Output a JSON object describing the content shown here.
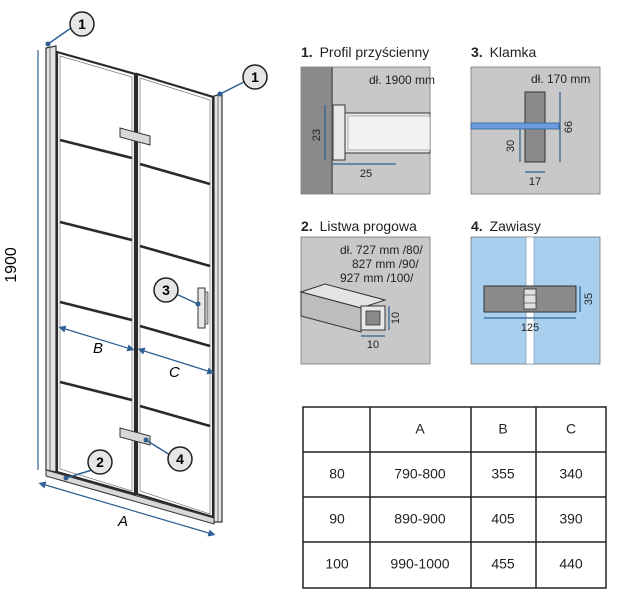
{
  "main_drawing": {
    "height_label": "1900",
    "width_label": "A",
    "b_label": "B",
    "c_label": "C",
    "callouts": [
      "1",
      "1",
      "2",
      "3",
      "4"
    ]
  },
  "details": [
    {
      "number": "1.",
      "title": "Profil przyścienny",
      "note": "dł. 1900 mm",
      "dims": [
        "23",
        "25"
      ]
    },
    {
      "number": "3.",
      "title": "Klamka",
      "note": "dł. 170 mm",
      "dims": [
        "66",
        "30",
        "17"
      ]
    },
    {
      "number": "2.",
      "title": "Listwa progowa",
      "note_lines": [
        "dł. 727 mm /80/",
        "827 mm /90/",
        "927 mm /100/"
      ],
      "dims": [
        "10",
        "10"
      ]
    },
    {
      "number": "4.",
      "title": "Zawiasy",
      "dims": [
        "35",
        "125"
      ]
    }
  ],
  "table": {
    "headers": [
      "",
      "A",
      "B",
      "C"
    ],
    "rows": [
      [
        "80",
        "790-800",
        "355",
        "340"
      ],
      [
        "90",
        "890-900",
        "405",
        "390"
      ],
      [
        "100",
        "990-1000",
        "455",
        "440"
      ]
    ]
  },
  "colors": {
    "accent": "#2f5f93",
    "panel_gray": "#c8c8c8",
    "wall_gray": "#8a8a8a",
    "glass_blue": "#a9cfee",
    "frame": "#2a2a2a"
  }
}
